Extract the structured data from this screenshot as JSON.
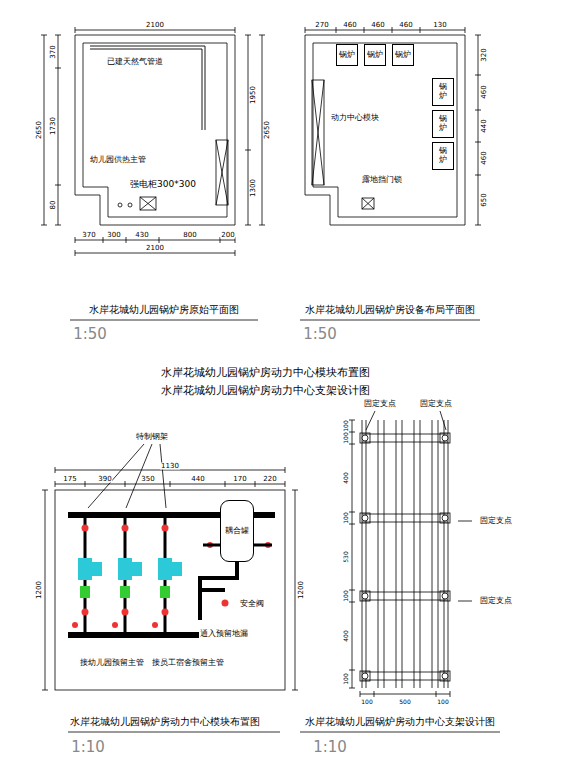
{
  "diagram": {
    "nodes": [
      {
        "text": [
          "锅炉"
        ]
      },
      {
        "text": [
          "锅炉"
        ]
      },
      {
        "text": [
          "锅炉"
        ]
      },
      {
        "text": [
          "锅炉"
        ]
      },
      {
        "text": [
          "锅炉"
        ]
      },
      {
        "text": [
          "锅炉"
        ]
      },
      {
        "text": [
          "耦合罐"
        ]
      }
    ],
    "labels": [
      "2100",
      "370",
      "1730",
      "80",
      "2650",
      "1950",
      "1300",
      "2650",
      "370",
      "300",
      "430",
      "800",
      "200",
      "2100",
      "已建天然气管道",
      "幼儿园供热主管",
      "强电柜300*300",
      "水岸花城幼儿园锅炉房原始平面图",
      "1:50",
      "270",
      "460",
      "460",
      "460",
      "130",
      "动力中心模块",
      "露地挡门锁",
      "320",
      "460",
      "440",
      "460",
      "650",
      "水岸花城幼儿园锅炉房设备布局平面图",
      "1:50",
      "水岸花城幼儿园锅炉房动力中心模块布置图",
      "水岸花城幼儿园锅炉房动力中心支架设计图",
      "特制钢架",
      "1130",
      "175",
      "390",
      "350",
      "440",
      "170",
      "220",
      "1200",
      "1200",
      "安全阀",
      "通入预留地漏",
      "接幼儿园预留主管",
      "接员工宿舍预留主管",
      "水岸花城幼儿园锅炉房动力中心模块布置图",
      "1:10",
      "固定支点",
      "固定支点",
      "固定支点",
      "固定支点",
      "100",
      "100",
      "400",
      "100",
      "530",
      "100",
      "400",
      "100",
      "100",
      "500",
      "100",
      "水岸花城幼儿园锅炉房动力中心支架设计图",
      "1:10"
    ]
  }
}
